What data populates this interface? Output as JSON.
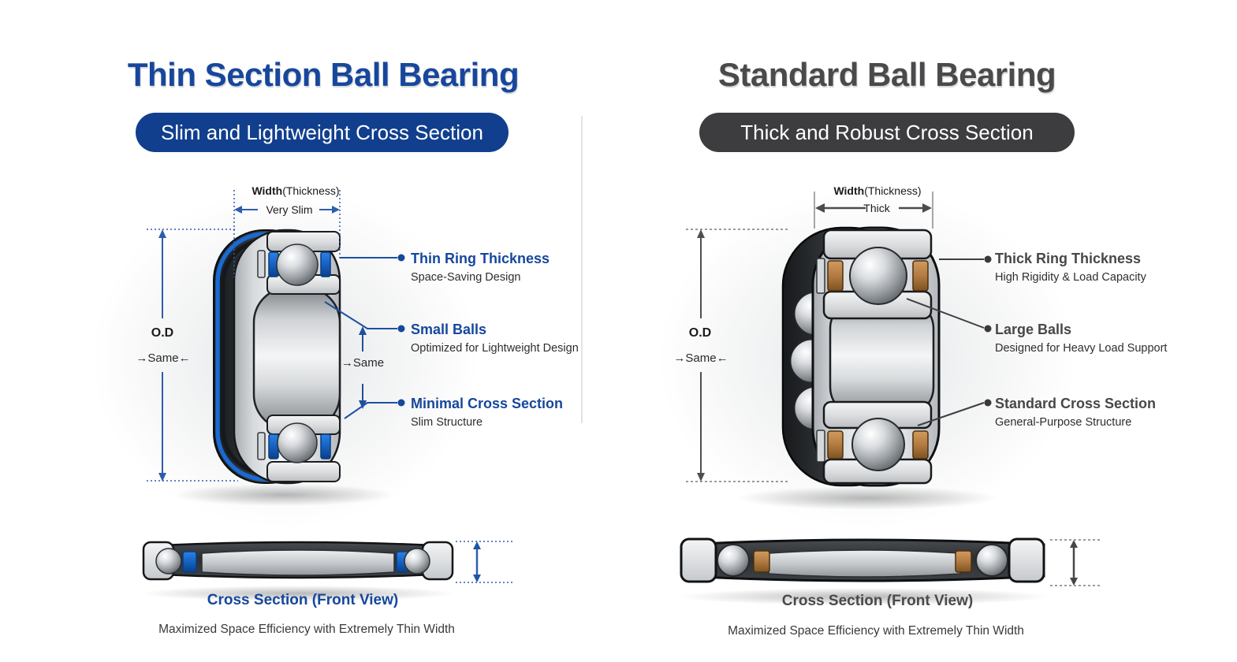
{
  "colors": {
    "left_accent": "#17479c",
    "left_badge_bg": "#113f8e",
    "left_line": "#1d50a0",
    "left_seal": "#1565c8",
    "right_accent": "#4a4a4c",
    "right_badge_bg": "#3d3d40",
    "right_line": "#3f3f41",
    "right_cage_brass": "#b27b42"
  },
  "left": {
    "title": "Thin Section Ball Bearing",
    "badge": "Slim and Lightweight Cross Section",
    "dimensions": {
      "width_label": "Width",
      "width_sub": "(Thickness)",
      "width_value": "Very Slim",
      "od_label": "O.D",
      "od_same": "→Same←",
      "bore_same": "→Same"
    },
    "annotations": [
      {
        "heading": "Thin Ring Thickness",
        "sub": "Space-Saving Design"
      },
      {
        "heading": "Small Balls",
        "sub": "Optimized for Lightweight Design"
      },
      {
        "heading": "Minimal Cross Section",
        "sub": "Slim Structure"
      }
    ],
    "cross_section_title": "Cross Section (Front View)",
    "caption": "Maximized Space Efficiency with Extremely Thin Width"
  },
  "right": {
    "title": "Standard Ball Bearing",
    "badge": "Thick and Robust Cross Section",
    "dimensions": {
      "width_label": "Width",
      "width_sub": "(Thickness)",
      "width_value": "Thick",
      "od_label": "O.D",
      "od_same": "→Same←"
    },
    "annotations": [
      {
        "heading": "Thick Ring Thickness",
        "sub": "High Rigidity & Load Capacity"
      },
      {
        "heading": "Large Balls",
        "sub": "Designed for Heavy Load Support"
      },
      {
        "heading": "Standard Cross Section",
        "sub": "General-Purpose Structure"
      }
    ],
    "cross_section_title": "Cross Section (Front View)",
    "caption": "Maximized Space Efficiency with Extremely Thin Width"
  }
}
